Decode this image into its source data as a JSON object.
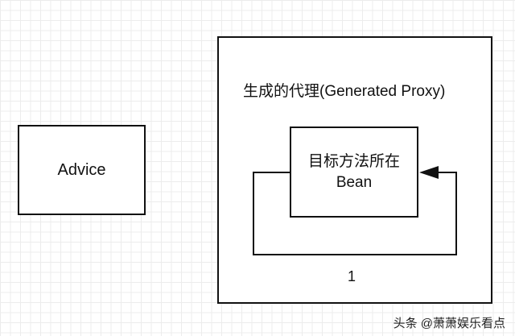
{
  "advice": {
    "label": "Advice"
  },
  "proxy": {
    "title": "生成的代理(Generated Proxy)"
  },
  "bean": {
    "line1": "目标方法所在",
    "line2": "Bean"
  },
  "loop": {
    "label": "1"
  },
  "watermark": "头条 @萧萧娱乐看点",
  "colors": {
    "stroke": "#111111",
    "grid": "#ececec",
    "background": "#ffffff"
  }
}
